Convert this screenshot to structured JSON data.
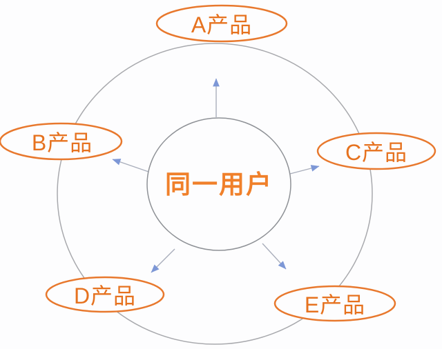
{
  "diagram": {
    "center": {
      "label": "同一用户"
    },
    "nodes": [
      {
        "id": "A",
        "label": "A产品"
      },
      {
        "id": "B",
        "label": "B产品"
      },
      {
        "id": "C",
        "label": "C产品"
      },
      {
        "id": "D",
        "label": "D产品"
      },
      {
        "id": "E",
        "label": "E产品"
      }
    ],
    "colors": {
      "background": "#fdfdfe",
      "node_stroke": "#e8782d",
      "node_text": "#e6721f",
      "center_text": "#f0802a",
      "center_circle_stroke": "#8e9196",
      "outer_circle_stroke": "#a8a9ad",
      "arrow_line": "#a9aebb",
      "arrow_head": "#7d97d6"
    }
  }
}
